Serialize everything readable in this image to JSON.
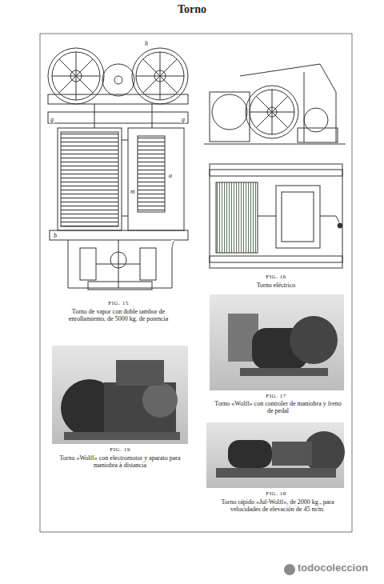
{
  "diagram": {
    "title": "Torno",
    "labels": [
      "FIG. 15",
      "Torno de vapor con doble tambor de enrollamiento, de 5000 kg. de potencia",
      "FIG. 16",
      "Torno eléctrico",
      "FIG. 17",
      "Torno «Wolff» con controler de maniobra y freno de pedal",
      "FIG. 19",
      "Torno «Wolff» con electromotor y aparato para maniobra à distancia",
      "FIG. 18",
      "Torno rápido «Jul-Wolff», de 2000 kg., para velocidades de elevación de 45 m/m.",
      "h",
      "g",
      "g",
      "m",
      "a",
      "f",
      "b",
      "todocoleccion"
    ]
  }
}
